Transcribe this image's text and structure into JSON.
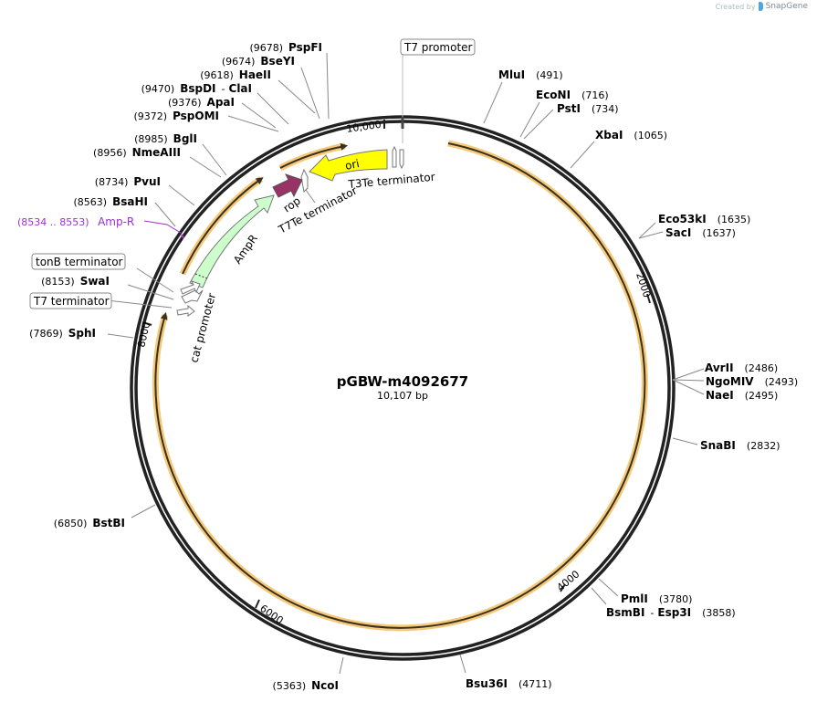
{
  "credit": {
    "prefix": "Created by",
    "brand": "SnapGene"
  },
  "plasmid": {
    "name": "pGBW-m4092677",
    "length_label": "10,107 bp",
    "length": 10107
  },
  "colors": {
    "backbone": "#222222",
    "orf_glow": "#f5c97a",
    "ori": "#ffff00",
    "ampr": "#ccffcc",
    "rop": "#993366",
    "primer": "#9933cc"
  },
  "ticks": [
    {
      "label": "10,000"
    },
    {
      "label": "2000"
    },
    {
      "label": "4000"
    },
    {
      "label": "6000"
    },
    {
      "label": "8000"
    }
  ],
  "sites_left": [
    {
      "pos": "(9678)",
      "name": "PspFI"
    },
    {
      "pos": "(9674)",
      "name": "BseYI"
    },
    {
      "pos": "(9618)",
      "name": "HaeII"
    },
    {
      "pos": "(9470)",
      "name": "BspDI",
      "name2": "ClaI",
      "sep": "-"
    },
    {
      "pos": "(9376)",
      "name": "ApaI"
    },
    {
      "pos": "(9372)",
      "name": "PspOMI"
    },
    {
      "pos": "(8985)",
      "name": "BglI"
    },
    {
      "pos": "(8956)",
      "name": "NmeAIII"
    },
    {
      "pos": "(8734)",
      "name": "PvuI"
    },
    {
      "pos": "(8563)",
      "name": "BsaHI"
    },
    {
      "pos": "(8153)",
      "name": "SwaI"
    },
    {
      "pos": "(7869)",
      "name": "SphI"
    },
    {
      "pos": "(6850)",
      "name": "BstBI"
    },
    {
      "pos": "(5363)",
      "name": "NcoI"
    }
  ],
  "sites_right": [
    {
      "name": "MluI",
      "pos": "(491)"
    },
    {
      "name": "EcoNI",
      "pos": "(716)"
    },
    {
      "name": "PstI",
      "pos": "(734)"
    },
    {
      "name": "XbaI",
      "pos": "(1065)"
    },
    {
      "name": "Eco53kI",
      "pos": "(1635)"
    },
    {
      "name": "SacI",
      "pos": "(1637)"
    },
    {
      "name": "AvrII",
      "pos": "(2486)"
    },
    {
      "name": "NgoMIV",
      "pos": "(2493)"
    },
    {
      "name": "NaeI",
      "pos": "(2495)"
    },
    {
      "name": "SnaBI",
      "pos": "(2832)"
    },
    {
      "name": "PmlI",
      "pos": "(3780)"
    },
    {
      "name": "BsmBI",
      "name2": "Esp3I",
      "sep": "-",
      "pos": "(3858)"
    },
    {
      "name": "Bsu36I",
      "pos": "(4711)"
    }
  ],
  "primer": {
    "range": "(8534 .. 8553)",
    "name": "Amp-R"
  },
  "boxed_features": [
    {
      "label": "T7 promoter"
    },
    {
      "label": "tonB terminator"
    },
    {
      "label": "T7 terminator"
    }
  ],
  "features": {
    "ori": "ori",
    "ampr": "AmpR",
    "rop": "rop",
    "t3te": "T3Te terminator",
    "t7te": "T7Te terminator",
    "cat_promoter": "cat promoter"
  }
}
